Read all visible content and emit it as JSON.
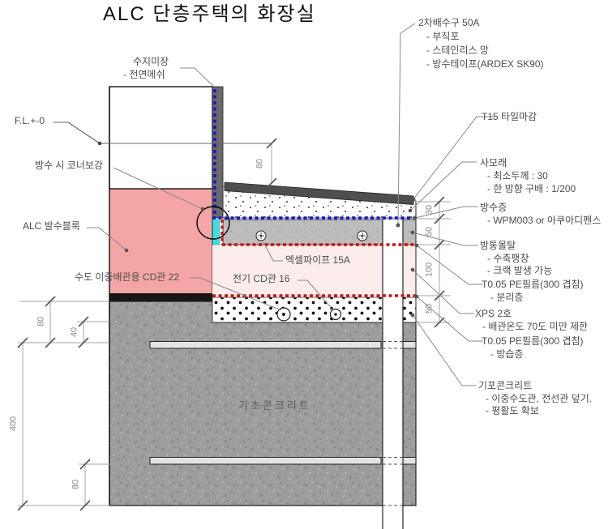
{
  "title": "ALC 단층주택의 화장실",
  "colors": {
    "alc_block": "#f4a5a5",
    "xps": "#fdecec",
    "mortar": "#bcbcbc",
    "tile": "#4e4e4e",
    "wall_finish": "#6a6a6a",
    "waterproof_blue": "#1515cc",
    "pe_film_red": "#cf1010",
    "sealant_cyan": "#3ae0e0",
    "foundation_gray": "#9d9d9d"
  },
  "labels": {
    "plaster": "수지미장",
    "plaster_sub": "- 전면메쉬",
    "fl": "F.L.+-0",
    "corner": "방수 시 코너보강",
    "alc": "ALC 발수블록",
    "water_pipe": "수도 이중배관용 CD관 22",
    "elec_pipe": "전기 CD관 16",
    "xl_pipe": "엑셀파이프 15A",
    "foundation": "기초콘크리트"
  },
  "annotations": {
    "drain": {
      "title": "2차배수구 50A",
      "items": [
        "- 부직포",
        "- 스테인리스 망",
        "- 방수테이프(ARDEX SK90)"
      ]
    },
    "right": [
      {
        "title": "T15 타일마감",
        "items": []
      },
      {
        "title": "사모래",
        "items": [
          "- 최소두께 : 30",
          "- 한 방향 구배 : 1/200"
        ]
      },
      {
        "title": "방수층",
        "items": [
          "- WPM003 or 아쿠아디펜스"
        ]
      },
      {
        "title": "방통몰탈",
        "items": [
          "- 수축팽창",
          "- 크랙 발생 가능"
        ]
      },
      {
        "title": "T0.05 PE필름(300 겹침)",
        "items": [
          "- 분리층"
        ]
      },
      {
        "title": "XPS 2호",
        "items": [
          "- 배관온도 70도 미만 제한"
        ]
      },
      {
        "title": "T0.05 PE필름(300 겹침)",
        "items": [
          "- 방습층"
        ]
      },
      {
        "title": "기포콘크리트",
        "items": [
          "- 이중수도관, 전선관 덮기.",
          "- 평활도 확보"
        ]
      }
    ]
  },
  "dimensions": {
    "wall_height": "80",
    "left": [
      "80",
      "40",
      "400",
      "80"
    ],
    "right": [
      "30",
      "50",
      "100",
      "50"
    ]
  }
}
